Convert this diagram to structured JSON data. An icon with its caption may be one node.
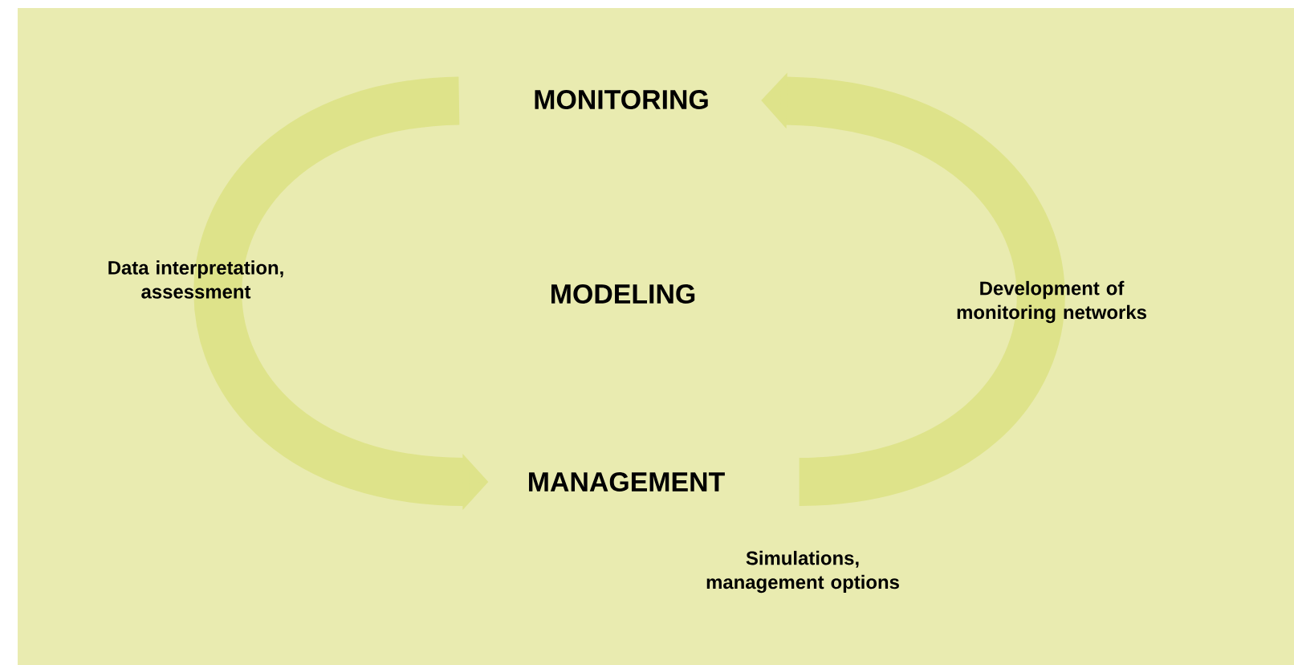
{
  "diagram": {
    "nodes": [
      {
        "text": [
          "MONITORING"
        ]
      },
      {
        "text": [
          "MODELING"
        ]
      },
      {
        "text": [
          "MANAGEMENT"
        ]
      }
    ],
    "edges": [
      {
        "from": 0,
        "to": 2,
        "arrow": "to",
        "label": "Data interpretation, assessment"
      },
      {
        "from": 2,
        "to": 0,
        "arrow": "to",
        "label": "Development of monitoring networks"
      }
    ],
    "labels": [
      "Simulations, management options"
    ]
  }
}
